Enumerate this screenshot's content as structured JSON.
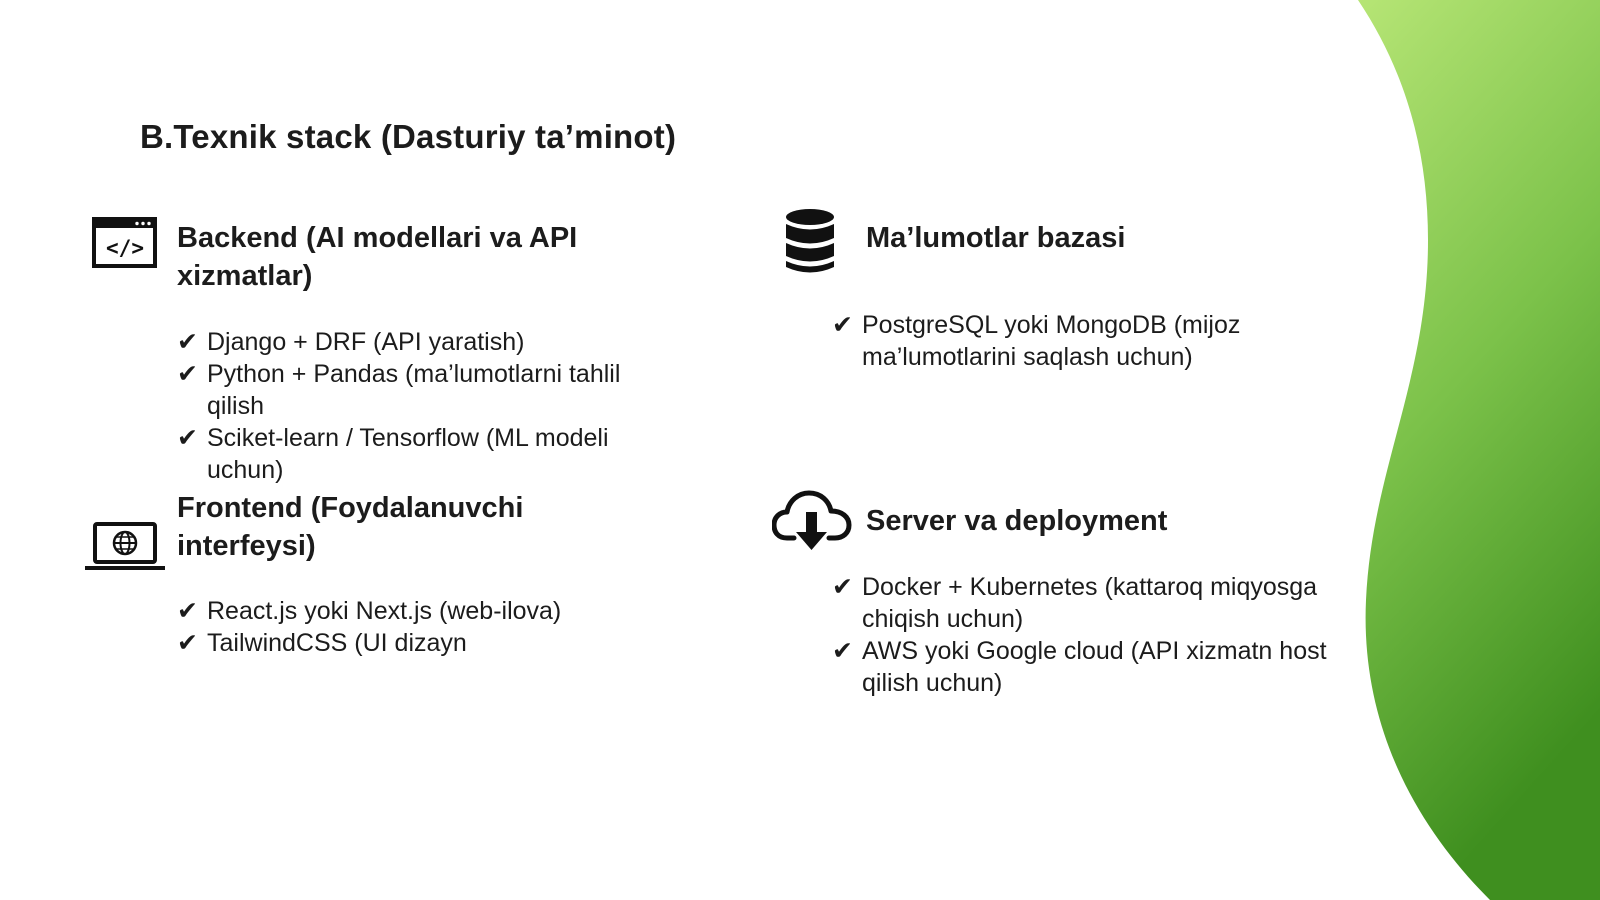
{
  "slide": {
    "title": "B.Texnik stack (Dasturiy ta’minot)",
    "accent_colors": [
      "#b6e575",
      "#7cc24a",
      "#3f8f1f"
    ],
    "check_glyph": "✔"
  },
  "sections": {
    "backend": {
      "icon": "code-window-icon",
      "heading": "Backend (AI modellari va API xizmatlar)",
      "items": [
        "Django + DRF (API yaratish)",
        "Python + Pandas (ma’lumotlarni tahlil qilish",
        "Sciket-learn / Tensorflow (ML modeli uchun)"
      ]
    },
    "frontend": {
      "icon": "laptop-globe-icon",
      "heading": "Frontend (Foydalanuvchi interfeysi)",
      "items": [
        "React.js yoki Next.js (web-ilova)",
        "TailwindCSS (UI dizayn"
      ]
    },
    "database": {
      "icon": "database-icon",
      "heading": "Ma’lumotlar bazasi",
      "items": [
        "PostgreSQL yoki MongoDB (mijoz ma’lumotlarini saqlash uchun)"
      ]
    },
    "server": {
      "icon": "cloud-download-icon",
      "heading": "Server va deployment",
      "items": [
        "Docker + Kubernetes (kattaroq miqyosga chiqish uchun)",
        "AWS yoki Google cloud (API xizmatn host qilish uchun)"
      ]
    }
  }
}
